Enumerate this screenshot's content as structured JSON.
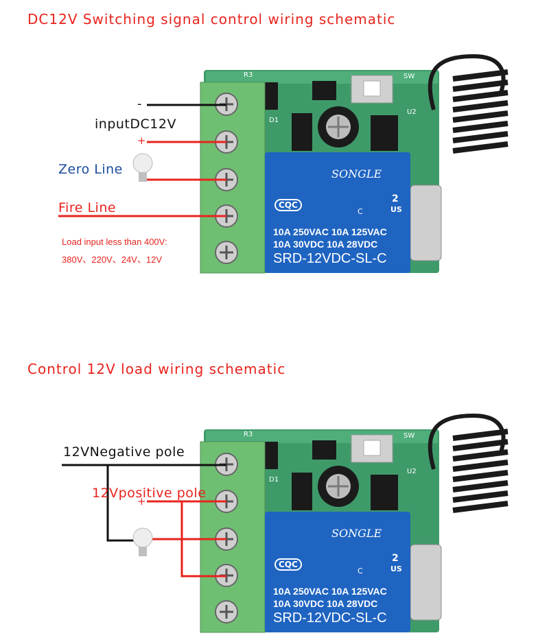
{
  "colors": {
    "title": "#e8231d",
    "wire_red": "#e8231d",
    "wire_black": "#111111",
    "zero_line": "#1c4b9c",
    "pcb": "#3f9a6a",
    "terminal": "#6fbf73",
    "relay": "#1f64c1",
    "antenna": "#1a1a1a"
  },
  "diagram1": {
    "title": "DC12V Switching signal control wiring schematic",
    "minus": "-",
    "input_label": "inputDC12V",
    "plus": "+",
    "zero_line": "Zero Line",
    "fire_line": "Fire Line",
    "load_note_1": "Load input less than 400V:",
    "load_note_2": "380V、220V、24V、12V"
  },
  "diagram2": {
    "title": "Control 12V load wiring schematic",
    "negative_label": "12VNegative pole",
    "minus": "-",
    "positive_label": "12Vpositive pole",
    "plus": "+"
  },
  "board": {
    "brand": "SONGLE",
    "cqc": "CQC",
    "rating_1": "10A 250VAC  10A  125VAC",
    "rating_2": "10A  30VDC  10A   28VDC",
    "model": "SRD-12VDC-SL-C",
    "ul_c": "C",
    "ul_2": "2",
    "ul_us": "US",
    "pcb_r3": "R3",
    "pcb_sw": "SW",
    "pcb_d1": "D1",
    "pcb_u2": "U2"
  }
}
